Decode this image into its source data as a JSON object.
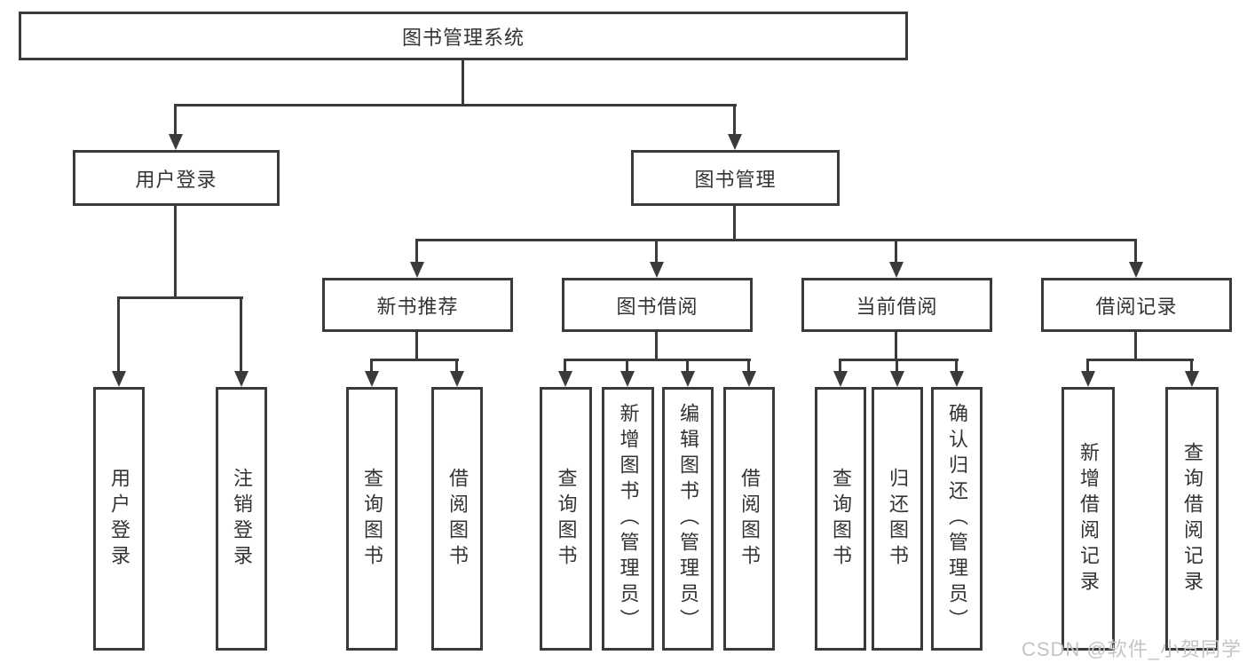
{
  "colors": {
    "line": "#3a3a3a",
    "box_border": "#3a3a3a",
    "text": "#333333",
    "watermark": "#c4c4c4",
    "background": "#ffffff"
  },
  "watermark": "CSDN @软件_小贺同学",
  "diagram": {
    "type": "tree",
    "root": {
      "label": "图书管理系统"
    },
    "branches": [
      {
        "label": "用户登录",
        "children": [
          {
            "label": "用户登录"
          },
          {
            "label": "注销登录"
          }
        ]
      },
      {
        "label": "图书管理",
        "children": [
          {
            "label": "新书推荐",
            "children": [
              {
                "label": "查询图书"
              },
              {
                "label": "借阅图书"
              }
            ]
          },
          {
            "label": "图书借阅",
            "children": [
              {
                "label": "查询图书"
              },
              {
                "label": "新增图书（管理员）"
              },
              {
                "label": "编辑图书（管理员）"
              },
              {
                "label": "借阅图书"
              }
            ]
          },
          {
            "label": "当前借阅",
            "children": [
              {
                "label": "查询图书"
              },
              {
                "label": "归还图书"
              },
              {
                "label": "确认归还（管理员）"
              }
            ]
          },
          {
            "label": "借阅记录",
            "children": [
              {
                "label": "新增借阅记录"
              },
              {
                "label": "查询借阅记录"
              }
            ]
          }
        ]
      }
    ]
  }
}
